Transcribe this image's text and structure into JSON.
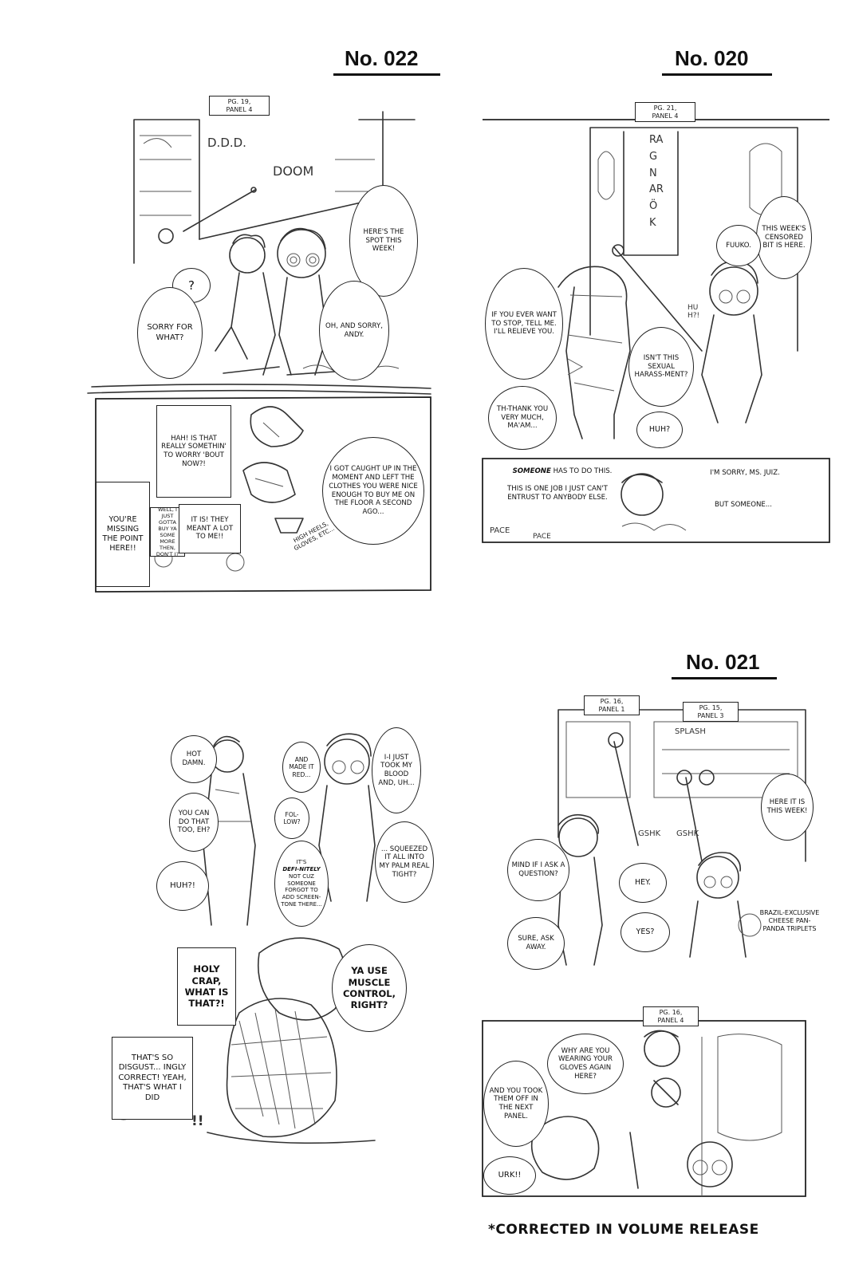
{
  "headers": {
    "no022": "No. 022",
    "no020": "No. 020",
    "no021": "No. 021"
  },
  "s022": {
    "tag": "PG. 19,\nPANEL 4",
    "sfx_ddd": "D.D.D.",
    "sfx_doom": "DOOM",
    "b_spot": "HERE'S THE SPOT THIS WEEK!",
    "b_q": "?",
    "b_sorry_what": "SORRY FOR WHAT?",
    "b_sorry_andy": "OH, AND SORRY, ANDY.",
    "b_hah": "HAH! IS THAT REALLY SOMETHIN' TO WORRY 'BOUT NOW?!",
    "b_caught": "I GOT CAUGHT UP IN THE MOMENT AND LEFT THE CLOTHES YOU WERE NICE ENOUGH TO BUY ME ON THE FLOOR A SECOND AGO...",
    "b_missing": "YOU'RE MISSING THE POINT HERE!!",
    "b_gotta": "WELL, I JUST GOTTA BUY YA SOME MORE THEN, DON'T I?",
    "b_itis": "IT IS! THEY MEANT A LOT TO ME!!",
    "note_heels": "HIGH HEELS, GLOVES, ETC..."
  },
  "s020": {
    "tag": "PG. 21,\nPANEL 4",
    "sfx_ragnarok": "RAGNARÖK",
    "b_censored": "THIS WEEK'S CENSORED BIT IS HERE.",
    "b_fuuko": "FUUKO.",
    "b_stop": "IF YOU EVER WANT TO STOP, TELL ME. I'LL RELIEVE YOU.",
    "b_huh1": "HUH?!",
    "b_harass": "ISN'T THIS SEXUAL HARASS-MENT?",
    "b_thank": "TH-THANK YOU VERY MUCH, MA'AM...",
    "b_huh2": "HUH?",
    "t_someone_em": "SOMEONE",
    "t_someone_rest": " HAS TO DO THIS.",
    "t_onejob": "THIS IS ONE JOB I JUST CAN'T ENTRUST TO ANYBODY ELSE.",
    "t_sorry_juiz": "I'M SORRY, MS. JUIZ.",
    "t_but": "BUT SOMEONE...",
    "sfx_pace1": "PACE",
    "sfx_pace2": "PACE"
  },
  "sfollow": {
    "b_hotdamn": "HOT DAMN.",
    "b_youcan": "YOU CAN DO THAT TOO, EH?",
    "b_huh": "HUH?!",
    "b_redd": "AND MADE IT RED...",
    "b_tookblood": "I-I JUST TOOK MY BLOOD AND, UH...",
    "b_follow": "FOL-LOW?",
    "b_defi_em": "DEFI-NITELY",
    "b_defi_pre": "IT'S",
    "b_defi_rest": "NOT CUZ SOMEONE FORGOT TO ADD SCREEN-TONE THERE...",
    "b_squeezed": "... SQUEEZED IT ALL INTO MY PALM REAL TIGHT?",
    "b_holycrap": "HOLY CRAP, WHAT IS THAT?!",
    "b_muscle": "YA USE MUSCLE CONTROL, RIGHT?",
    "b_disgust": "THAT'S SO DISGUST... INGLY CORRECT! YEAH, THAT'S WHAT I DID",
    "sfx_bang": "!!"
  },
  "s021": {
    "tag1": "PG. 16,\nPANEL 1",
    "tag2": "PG. 15,\nPANEL 3",
    "tag3": "PG. 16,\nPANEL 4",
    "sfx_splash": "SPLASH",
    "sfx_gshk1": "GSHK",
    "sfx_gshk2": "GSHK",
    "b_hereit": "HERE IT IS THIS WEEK!",
    "b_mindif": "MIND IF I ASK A QUESTION?",
    "b_hey": "HEY.",
    "b_yes": "YES?",
    "b_sure": "SURE, ASK AWAY.",
    "note_brazil": "BRAZIL-EXCLUSIVE CHEESE PAN-PANDA TRIPLETS",
    "b_why": "WHY ARE YOU WEARING YOUR GLOVES AGAIN HERE?",
    "b_took": "AND YOU TOOK THEM OFF IN THE NEXT PANEL.",
    "b_urk": "URK!!"
  },
  "footer": "*CORRECTED IN VOLUME RELEASE"
}
